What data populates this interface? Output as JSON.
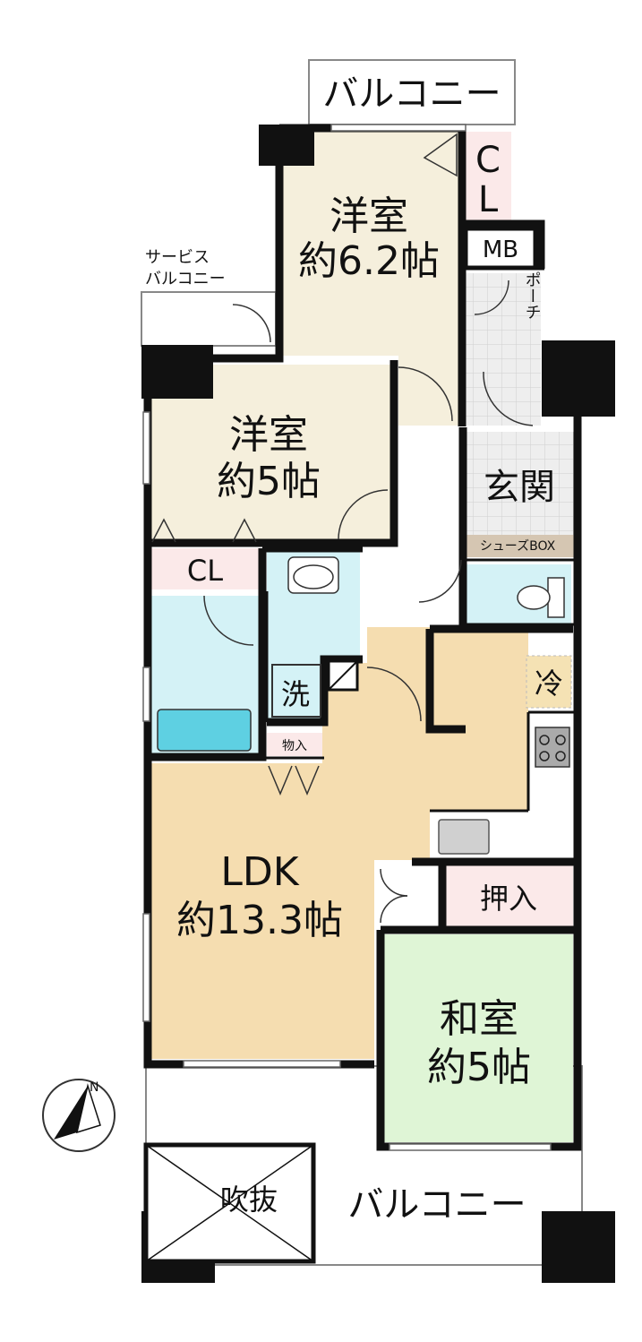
{
  "rooms": {
    "bedroom1": {
      "name": "洋室",
      "size": "約6.2帖"
    },
    "bedroom2": {
      "name": "洋室",
      "size": "約5帖"
    },
    "ldk": {
      "name": "LDK",
      "size": "約13.3帖"
    },
    "washitsu": {
      "name": "和室",
      "size": "約5帖"
    },
    "entrance": {
      "name": "玄関"
    },
    "shoe_box": "シューズBOX",
    "porch": "ポーチ",
    "mb": "MB",
    "cl_top": "CL",
    "cl_mid": "CL",
    "laundry": "洗",
    "storage": "物入",
    "closet_oshiire": "押入",
    "fridge": "冷",
    "void": "吹抜"
  },
  "balconies": {
    "top": "バルコニー",
    "service_line1": "サービス",
    "service_line2": "バルコニー",
    "bottom": "バルコニー"
  },
  "compass": {
    "north_label": "N"
  },
  "colors": {
    "wall": "#111111",
    "western_room": "#f5efdc",
    "ldk": "#f5ddb0",
    "washitsu": "#dff5d6",
    "wet_area": "#d4f2f6",
    "closet": "#fbe9e9",
    "entrance_tile": "#e8e8e8",
    "shoe_box": "#d5c6b2",
    "bath": "#5ed0e2"
  }
}
